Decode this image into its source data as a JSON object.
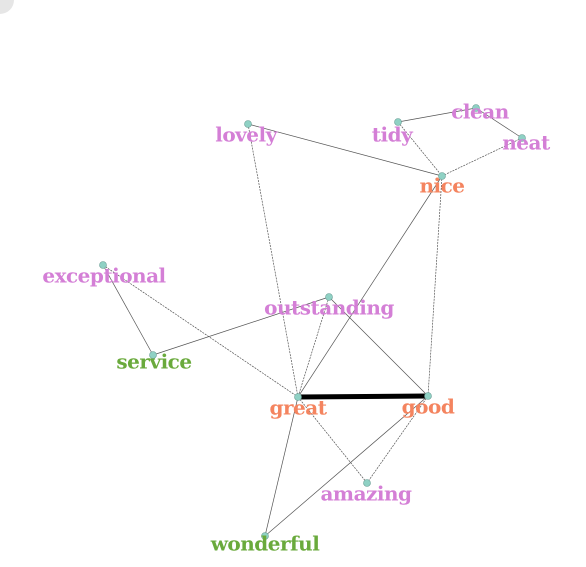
{
  "colors": {
    "orange": "#f4845f",
    "pink": "#d47fd6",
    "green": "#6aaa3c",
    "node": "#8fd1c4",
    "edge": "#555555"
  },
  "nodes": [
    {
      "id": "lovely",
      "label": "lovely",
      "group": "pink"
    },
    {
      "id": "tidy",
      "label": "tidy",
      "group": "pink"
    },
    {
      "id": "clean",
      "label": "clean",
      "group": "pink"
    },
    {
      "id": "neat",
      "label": "neat",
      "group": "pink"
    },
    {
      "id": "nice",
      "label": "nice",
      "group": "orange"
    },
    {
      "id": "exceptional",
      "label": "exceptional",
      "group": "pink"
    },
    {
      "id": "outstanding",
      "label": "outstanding",
      "group": "pink"
    },
    {
      "id": "service",
      "label": "service",
      "group": "green"
    },
    {
      "id": "great",
      "label": "great",
      "group": "orange"
    },
    {
      "id": "good",
      "label": "good",
      "group": "orange"
    },
    {
      "id": "amazing",
      "label": "amazing",
      "group": "pink"
    },
    {
      "id": "wonderful",
      "label": "wonderful",
      "group": "green"
    }
  ],
  "edges": [
    {
      "from": "great",
      "to": "good",
      "weight": 5
    },
    {
      "from": "lovely",
      "to": "nice",
      "weight": 0.5
    },
    {
      "from": "lovely",
      "to": "great",
      "weight": 0.5
    },
    {
      "from": "tidy",
      "to": "clean",
      "weight": 0.5
    },
    {
      "from": "tidy",
      "to": "nice",
      "weight": 0.5
    },
    {
      "from": "clean",
      "to": "neat",
      "weight": 0.5
    },
    {
      "from": "neat",
      "to": "nice",
      "weight": 0.5
    },
    {
      "from": "nice",
      "to": "great",
      "weight": 0.5
    },
    {
      "from": "nice",
      "to": "good",
      "weight": 0.5
    },
    {
      "from": "exceptional",
      "to": "service",
      "weight": 0.5
    },
    {
      "from": "exceptional",
      "to": "great",
      "weight": 0.5
    },
    {
      "from": "outstanding",
      "to": "service",
      "weight": 0.5
    },
    {
      "from": "outstanding",
      "to": "great",
      "weight": 0.5
    },
    {
      "from": "outstanding",
      "to": "good",
      "weight": 0.5
    },
    {
      "from": "great",
      "to": "amazing",
      "weight": 0.5
    },
    {
      "from": "great",
      "to": "wonderful",
      "weight": 0.5
    },
    {
      "from": "good",
      "to": "amazing",
      "weight": 0.5
    },
    {
      "from": "good",
      "to": "wonderful",
      "weight": 0.5
    }
  ]
}
